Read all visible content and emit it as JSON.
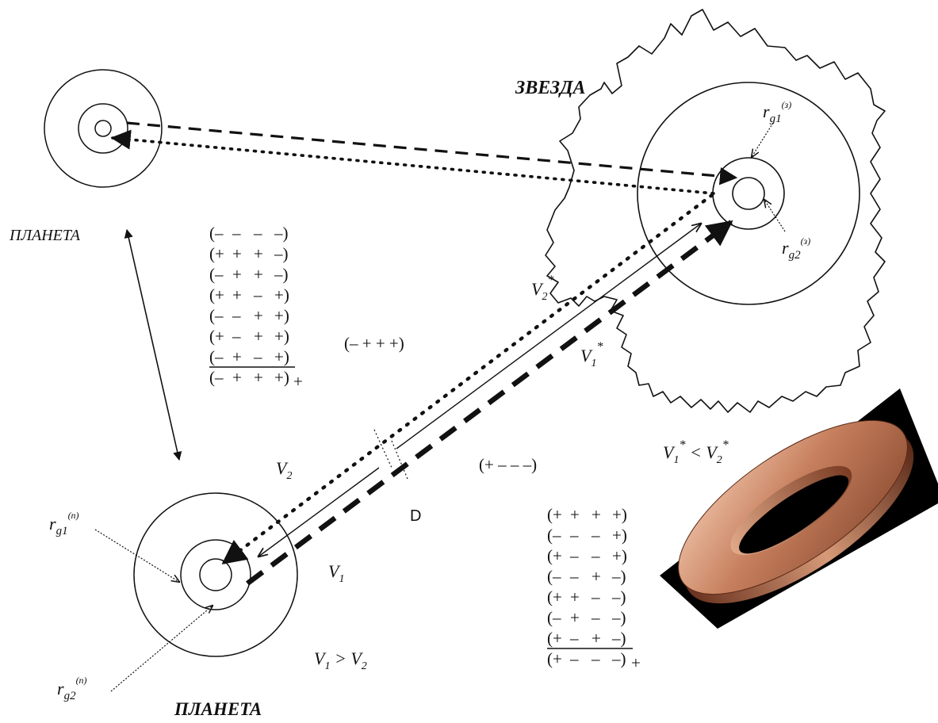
{
  "labels": {
    "star": "ЗВЕЗДА",
    "planet_top": "ПЛАНЕТА",
    "planet_bottom": "ПЛАНЕТА",
    "point_d": "D"
  },
  "radii": {
    "star_rg1_base": "r",
    "star_rg1_sub": "g1",
    "star_rg1_sup": "(з)",
    "star_rg2_base": "r",
    "star_rg2_sub": "g2",
    "star_rg2_sup": "(з)",
    "planet_rg1_base": "r",
    "planet_rg1_sub": "g1",
    "planet_rg1_sup": "(n)",
    "planet_rg2_base": "r",
    "planet_rg2_sub": "g2",
    "planet_rg2_sup": "(n)"
  },
  "velocities": {
    "v2_star": {
      "base": "V",
      "sub": "2",
      "sup": "*"
    },
    "v1_star": {
      "base": "V",
      "sub": "1",
      "sup": "*"
    },
    "v2": {
      "base": "V",
      "sub": "2"
    },
    "v1": {
      "base": "V",
      "sub": "1"
    },
    "relation_star": {
      "a": "V",
      "a_sub": "1",
      "a_sup": "*",
      "op": " < ",
      "b": "V",
      "b_sub": "2",
      "b_sup": "*"
    },
    "relation_planet": {
      "a": "V",
      "a_sub": "1",
      "op": " > ",
      "b": "V",
      "b_sub": "2"
    }
  },
  "signatures": {
    "center_top": "(– + + +)",
    "center_bottom": "(+ – – –)"
  },
  "matrix_top": {
    "rows": [
      [
        "(–",
        "–",
        "–",
        "–)"
      ],
      [
        "(+",
        "+",
        "+",
        "–)"
      ],
      [
        "(–",
        "+",
        "+",
        "–)"
      ],
      [
        "(+",
        "+",
        "–",
        "+)"
      ],
      [
        "(–",
        "–",
        "+",
        "+)"
      ],
      [
        "(+",
        "–",
        "+",
        "+)"
      ],
      [
        "(–",
        "+",
        "–",
        "+)"
      ]
    ],
    "result": [
      "(–",
      "+",
      "+",
      "+)"
    ],
    "result_sub": "+"
  },
  "matrix_bottom": {
    "rows": [
      [
        "(+",
        "+",
        "+",
        "+)"
      ],
      [
        "(–",
        "–",
        "–",
        "+)"
      ],
      [
        "(+",
        "–",
        "–",
        "+)"
      ],
      [
        "(–",
        "–",
        "+",
        "–)"
      ],
      [
        "(+",
        "+",
        "–",
        "–)"
      ],
      [
        "(–",
        "+",
        "–",
        "–)"
      ],
      [
        "(+",
        "–",
        "+",
        "–)"
      ]
    ],
    "result": [
      "(+",
      "–",
      "–",
      "–)"
    ],
    "result_sub": "+"
  },
  "colors": {
    "ink": "#111111",
    "ring_brown": "#b06a4a",
    "ring_dark": "#5a2a1a",
    "background_photo": "#000000"
  }
}
